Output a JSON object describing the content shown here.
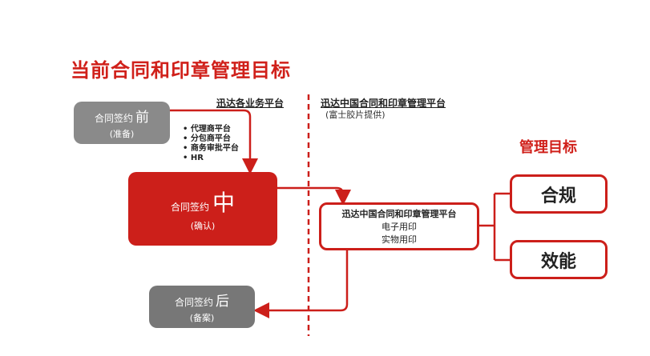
{
  "title": "当前合同和印章管理目标",
  "stages": {
    "before": {
      "label": "合同签约",
      "stage": "前",
      "note": "(准备)"
    },
    "during": {
      "label": "合同签约",
      "stage": "中",
      "note": "(确认)"
    },
    "after": {
      "label": "合同签约",
      "stage": "后",
      "note": "(备案)"
    }
  },
  "left_header": "迅达各业务平台",
  "right_header": "迅达中国合同和印章管理平台",
  "right_header_note": "(富士胶片提供)",
  "platforms": [
    "代理商平台",
    "分包商平台",
    "商务审批平台",
    "HR"
  ],
  "platform_box": {
    "title": "迅达中国合同和印章管理平台",
    "lines": [
      "电子用印",
      "实物用印"
    ]
  },
  "goals_title": "管理目标",
  "goals": [
    "合规",
    "效能"
  ],
  "colors": {
    "accent": "#cc1f1a",
    "gray": "#8a8a8a"
  }
}
